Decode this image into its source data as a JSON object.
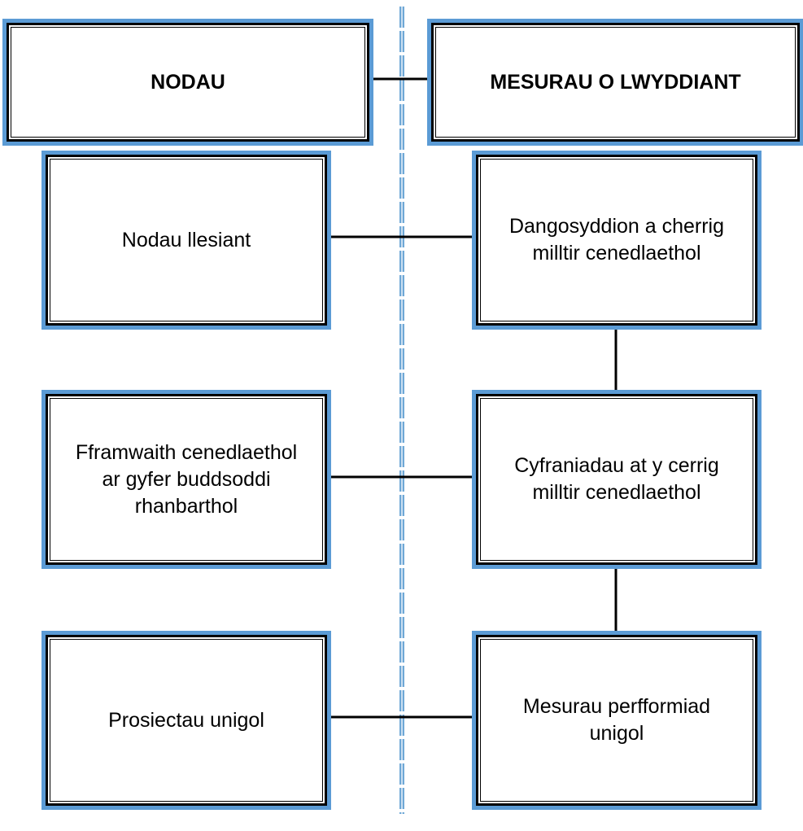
{
  "headers": {
    "left": "NODAU",
    "right": "MESURAU O LWYDDIANT"
  },
  "left_boxes": [
    {
      "lines": [
        "Nodau llesiant"
      ]
    },
    {
      "lines": [
        "Fframwaith cenedlaethol",
        "ar gyfer buddsoddi",
        "rhanbarthol"
      ]
    },
    {
      "lines": [
        "Prosiectau unigol"
      ]
    }
  ],
  "right_boxes": [
    {
      "lines": [
        "Dangosyddion a cherrig",
        "milltir cenedlaethol"
      ]
    },
    {
      "lines": [
        "Cyfraniadau at y cerrig",
        "milltir cenedlaethol"
      ]
    },
    {
      "lines": [
        "Mesurau perfformiad",
        "unigol"
      ]
    }
  ],
  "colors": {
    "box_shadow_blue": "#5b9bd5",
    "divider_blue": "#5b9bd5",
    "line": "#000000"
  }
}
